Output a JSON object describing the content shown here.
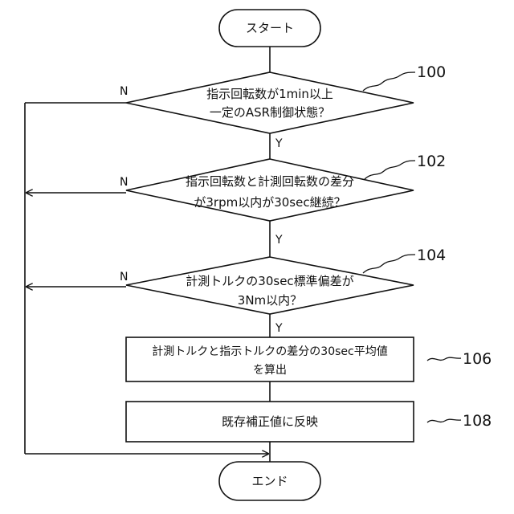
{
  "flowchart": {
    "start": "スタート",
    "end": "エンド",
    "decisions": [
      {
        "ref": "100",
        "line1": "指示回転数が1min以上",
        "line2": "一定のASR制御状態？",
        "yes": "Y",
        "no": "N"
      },
      {
        "ref": "102",
        "line1": "指示回転数と計測回転数の差分",
        "line2": "が3rpm以内が30sec継続？",
        "yes": "Y",
        "no": "N"
      },
      {
        "ref": "104",
        "line1": "計測トルクの30sec標準偏差が",
        "line2": "3Nm以内？",
        "yes": "Y",
        "no": "N"
      }
    ],
    "processes": [
      {
        "ref": "106",
        "line1": "計測トルクと指示トルクの差分の30sec平均値",
        "line2": "を算出"
      },
      {
        "ref": "108",
        "line1": "既存補正値に反映",
        "line2": ""
      }
    ]
  }
}
